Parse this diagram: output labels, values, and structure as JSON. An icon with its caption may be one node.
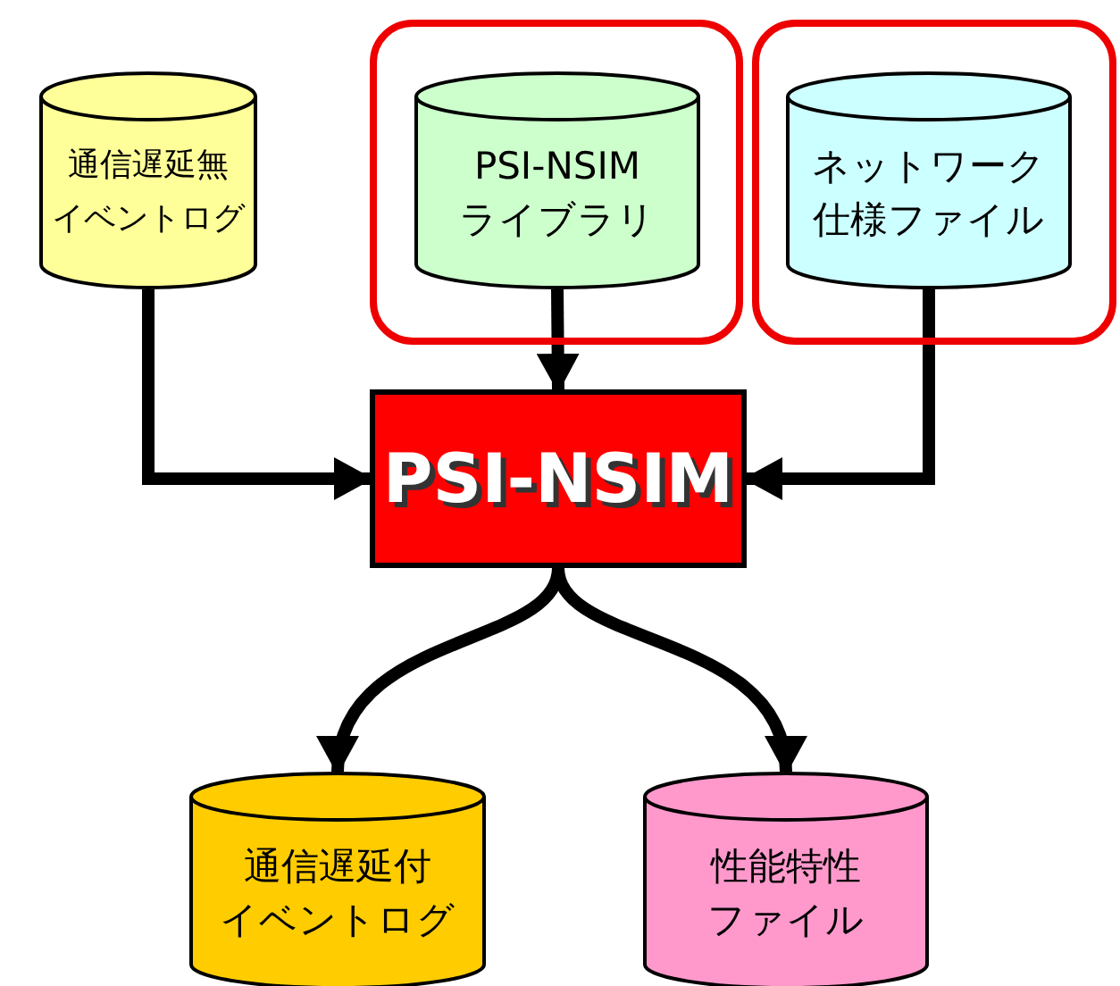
{
  "diagram": {
    "nodes": [
      {
        "text": [
          "通信遅延無イベントログ"
        ]
      },
      {
        "text": [],
        "shape": "box"
      },
      {
        "text": [
          "PSI-NSIMライブラリ"
        ],
        "in": 1
      },
      {
        "text": [],
        "shape": "box"
      },
      {
        "text": [
          "ネットワーク仕様ファイル"
        ],
        "in": 3
      },
      {
        "text": [
          "PSI-NSIM"
        ]
      },
      {
        "text": [
          "通信遅延付イベントログ"
        ]
      },
      {
        "text": [
          "性能特性ファイル"
        ]
      }
    ],
    "edges": [
      {
        "from": 0,
        "to": 5,
        "arrow": "to"
      },
      {
        "from": 2,
        "to": 5,
        "arrow": "to"
      },
      {
        "from": 4,
        "to": 5,
        "arrow": "to"
      },
      {
        "from": 5,
        "to": 6,
        "arrow": "to"
      },
      {
        "from": 5,
        "to": 7,
        "arrow": "to"
      }
    ]
  }
}
